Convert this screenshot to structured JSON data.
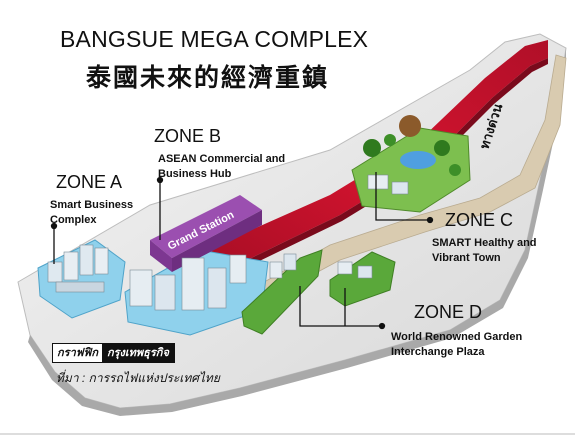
{
  "title": {
    "english": "BANGSUE MEGA COMPLEX",
    "chinese": "泰國未來的經濟重鎮"
  },
  "zones": {
    "a": {
      "name": "ZONE A",
      "desc": [
        "Smart Business",
        "Complex"
      ]
    },
    "b": {
      "name": "ZONE B",
      "desc": [
        "ASEAN Commercial and",
        "Business Hub"
      ]
    },
    "c": {
      "name": "ZONE C",
      "desc": [
        "SMART Healthy and",
        "Vibrant Town"
      ]
    },
    "d": {
      "name": "ZONE D",
      "desc": [
        "World Renowned Garden",
        "Interchange Plaza"
      ]
    }
  },
  "map_labels": {
    "grand_station": "Grand Station",
    "road": "ทางด่วน"
  },
  "credit": {
    "graphic_label": "กราฟฟิก",
    "publisher": "กรุงเทพธุรกิจ",
    "source": "ที่มา : การรถไฟแห่งประเทศไทย"
  },
  "colors": {
    "rail_red": "#c8102e",
    "platform_gray": "#e6e6e6",
    "zone_a_blue": "#7cc8e8",
    "zone_b_purple": "#8a3f9b",
    "zone_c_green": "#6ab04c",
    "zone_d_green": "#5aa83a",
    "road_tan": "#d9cbb0"
  }
}
